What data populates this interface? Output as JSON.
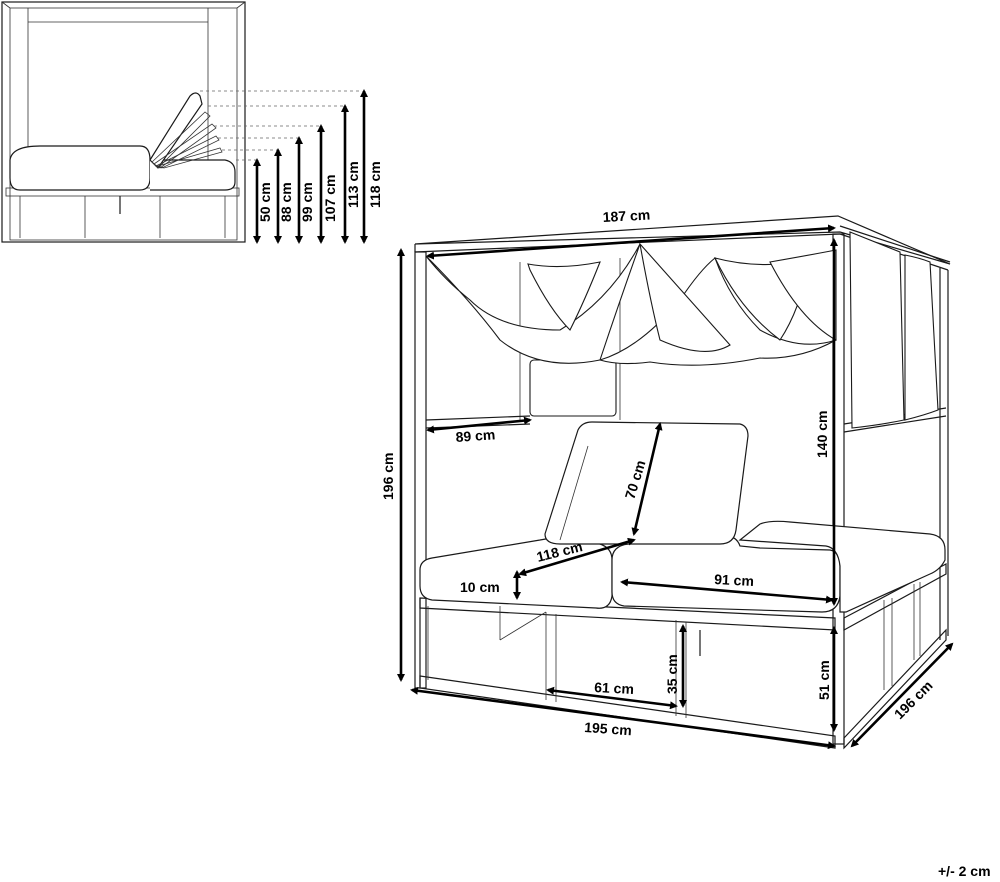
{
  "thumbnail": {
    "heights": [
      {
        "id": "h50",
        "label": "50 cm"
      },
      {
        "id": "h88",
        "label": "88 cm"
      },
      {
        "id": "h99",
        "label": "99 cm"
      },
      {
        "id": "h107",
        "label": "107 cm"
      },
      {
        "id": "h113",
        "label": "113 cm"
      },
      {
        "id": "h118",
        "label": "118 cm"
      }
    ]
  },
  "main": {
    "dimensions": {
      "top_width": "187 cm",
      "total_height": "196 cm",
      "canopy_height": "140 cm",
      "side_panel": "89 cm",
      "backrest": "70 cm",
      "lounger_length": "118 cm",
      "cushion_thickness": "10 cm",
      "cushion_width": "91 cm",
      "gap_width": "61 cm",
      "gap_height": "35 cm",
      "frame_height": "51 cm",
      "bottom_width": "195 cm",
      "depth": "196 cm"
    },
    "tolerance": "+/- 2 cm"
  }
}
